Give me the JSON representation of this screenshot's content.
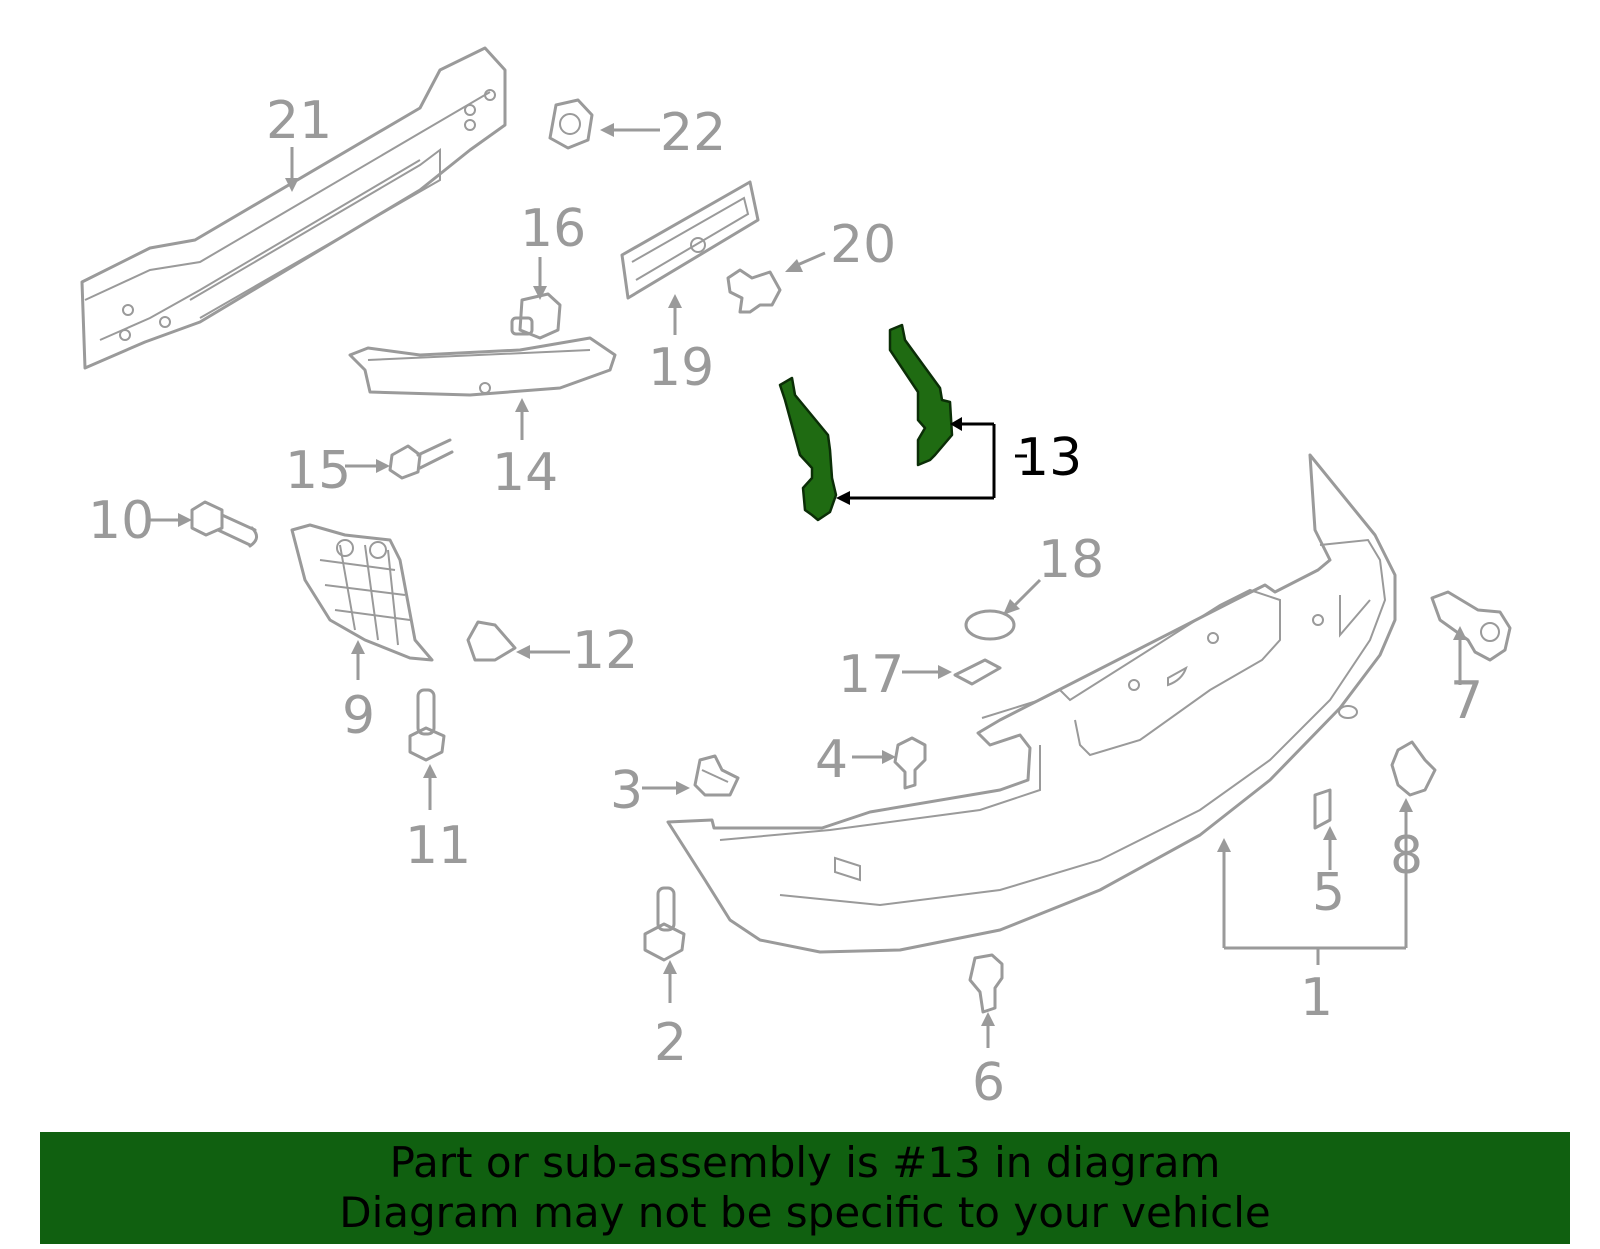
{
  "callouts": {
    "c1": "1",
    "c2": "2",
    "c3": "3",
    "c4": "4",
    "c5": "5",
    "c6": "6",
    "c7": "7",
    "c8": "8",
    "c9": "9",
    "c10": "10",
    "c11": "11",
    "c12": "12",
    "c13": "13",
    "c14": "14",
    "c15": "15",
    "c16": "16",
    "c17": "17",
    "c18": "18",
    "c19": "19",
    "c20": "20",
    "c21": "21",
    "c22": "22"
  },
  "highlight_color": "#1f6b12",
  "banner": {
    "line1": "Part or sub-assembly is #13 in diagram",
    "line2": "Diagram may not be specific to your vehicle",
    "background": "#106010"
  }
}
